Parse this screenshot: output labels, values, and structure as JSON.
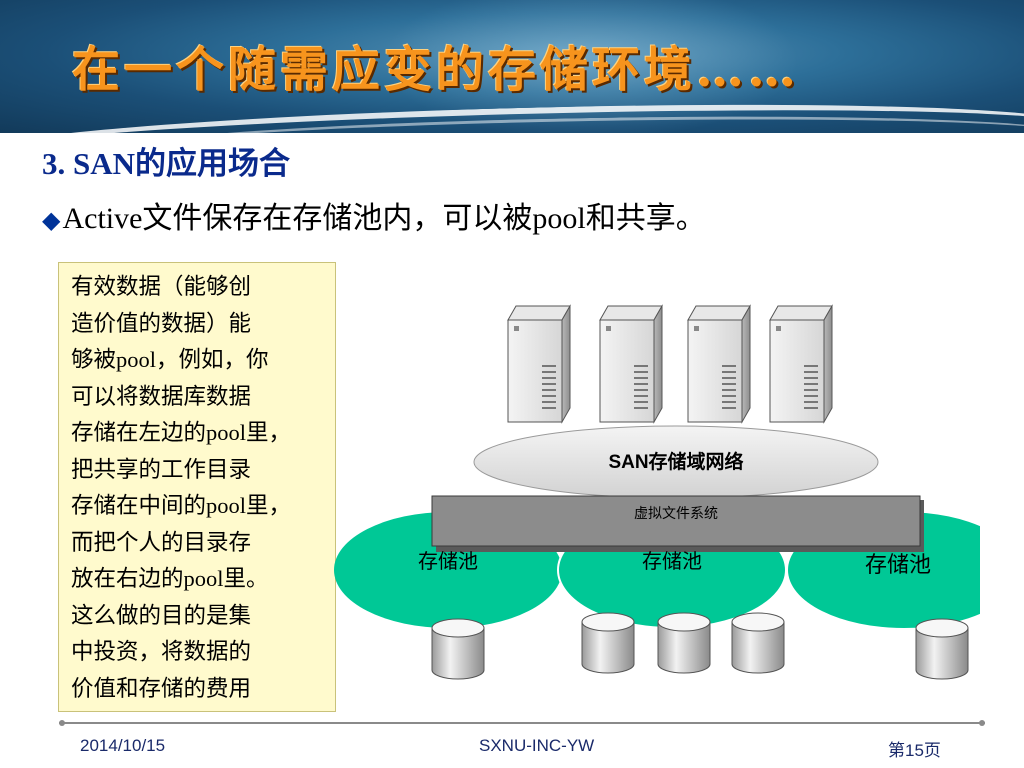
{
  "header": {
    "title": "在一个随需应变的存储环境……"
  },
  "section": {
    "heading": "3. SAN的应用场合"
  },
  "bullet": {
    "mark": "◆",
    "text": "Active文件保存在存储池内，可以被pool和共享。"
  },
  "note": {
    "text": "有效数据（能够创\n造价值的数据）能\n够被pool，例如，你\n可以将数据库数据\n存储在左边的pool里，\n把共享的工作目录\n存储在中间的pool里，\n而把个人的目录存\n放在右边的pool里。\n这么做的目的是集\n中投资，将数据的\n价值和存储的费用\n相关联。"
  },
  "diagram": {
    "servers": [
      "server-icon",
      "server-icon",
      "server-icon",
      "server-icon"
    ],
    "network_label": "SAN存储域网络",
    "vfs_label": "虚拟文件系统",
    "pools": [
      {
        "label": "存储池",
        "disks": 1
      },
      {
        "label": "存储池",
        "disks": 3
      },
      {
        "label": "存储池",
        "disks": 1
      }
    ],
    "colors": {
      "pool": "#00c896",
      "network": "#e6e6e6",
      "vfs": "#8c8c8c"
    }
  },
  "footer": {
    "date": "2014/10/15",
    "org": "SXNU-INC-YW",
    "page": "第15页"
  },
  "colors": {
    "title": "#f7941d",
    "heading": "#0a2a8c",
    "note_bg": "#fffacd"
  }
}
